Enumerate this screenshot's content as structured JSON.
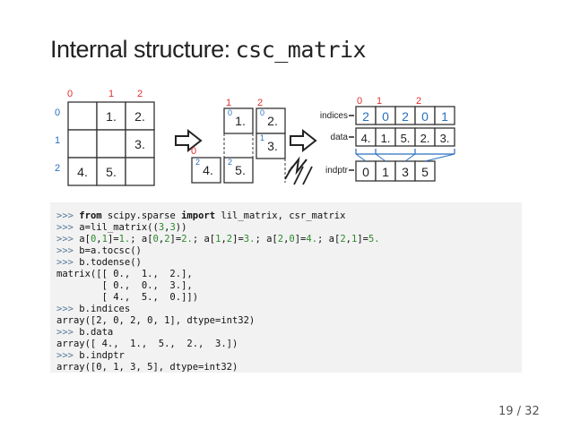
{
  "slide": {
    "title_text": "Internal structure:",
    "title_code": "csc_matrix",
    "pager": "19 / 32"
  },
  "diagram": {
    "matrix": {
      "col_labels": [
        "0",
        "1",
        "2"
      ],
      "row_labels": [
        "0",
        "1",
        "2"
      ],
      "cells": [
        "",
        "1.",
        "2.",
        "",
        "",
        "3.",
        "4.",
        "5.",
        ""
      ]
    },
    "split_columns": {
      "top_labels": [
        "1",
        "2"
      ],
      "col0_label": "0",
      "col0_row_label": "2",
      "col1_row_labels": [
        "0",
        "2"
      ],
      "col2_row_labels": [
        "0",
        "1"
      ],
      "col0_cells": [
        "4."
      ],
      "col1_cells": [
        "1.",
        "5."
      ],
      "col2_cells": [
        "2.",
        "3."
      ]
    },
    "arrays": {
      "top_labels": [
        "0",
        "1",
        "2"
      ],
      "indices_label": "indices",
      "data_label": "data",
      "indptr_label": "indptr",
      "indices": [
        "2",
        "0",
        "2",
        "0",
        "1"
      ],
      "data": [
        "4.",
        "1.",
        "5.",
        "2.",
        "3."
      ],
      "indptr": [
        "0",
        "1",
        "3",
        "5"
      ]
    },
    "colors": {
      "red_label": "#e03030",
      "blue_label": "#2a6fbf",
      "indices_text": "#2a6fbf"
    }
  },
  "code_lines": [
    {
      "prompt": ">>> ",
      "parts": [
        [
          "kw",
          "from"
        ],
        [
          "t",
          " scipy.sparse "
        ],
        [
          "kw",
          "import"
        ],
        [
          "t",
          " lil_matrix, csr_matrix"
        ]
      ]
    },
    {
      "prompt": ">>> ",
      "parts": [
        [
          "t",
          "a=lil_matrix(("
        ],
        [
          "num",
          "3"
        ],
        [
          "t",
          ","
        ],
        [
          "num",
          "3"
        ],
        [
          "t",
          "))"
        ]
      ]
    },
    {
      "prompt": ">>> ",
      "parts": [
        [
          "t",
          "a["
        ],
        [
          "num",
          "0"
        ],
        [
          "t",
          ","
        ],
        [
          "num",
          "1"
        ],
        [
          "t",
          "]="
        ],
        [
          "num",
          "1."
        ],
        [
          "t",
          "; a["
        ],
        [
          "num",
          "0"
        ],
        [
          "t",
          ","
        ],
        [
          "num",
          "2"
        ],
        [
          "t",
          "]="
        ],
        [
          "num",
          "2."
        ],
        [
          "t",
          "; a["
        ],
        [
          "num",
          "1"
        ],
        [
          "t",
          ","
        ],
        [
          "num",
          "2"
        ],
        [
          "t",
          "]="
        ],
        [
          "num",
          "3."
        ],
        [
          "t",
          "; a["
        ],
        [
          "num",
          "2"
        ],
        [
          "t",
          ","
        ],
        [
          "num",
          "0"
        ],
        [
          "t",
          "]="
        ],
        [
          "num",
          "4."
        ],
        [
          "t",
          "; a["
        ],
        [
          "num",
          "2"
        ],
        [
          "t",
          ","
        ],
        [
          "num",
          "1"
        ],
        [
          "t",
          "]="
        ],
        [
          "num",
          "5."
        ]
      ]
    },
    {
      "prompt": ">>> ",
      "parts": [
        [
          "t",
          "b=a.tocsc()"
        ]
      ]
    },
    {
      "prompt": ">>> ",
      "parts": [
        [
          "t",
          "b.todense()"
        ]
      ]
    },
    {
      "prompt": "",
      "parts": [
        [
          "t",
          "matrix([[ 0.,  1.,  2.],"
        ]
      ]
    },
    {
      "prompt": "",
      "parts": [
        [
          "t",
          "        [ 0.,  0.,  3.],"
        ]
      ]
    },
    {
      "prompt": "",
      "parts": [
        [
          "t",
          "        [ 4.,  5.,  0.]])"
        ]
      ]
    },
    {
      "prompt": ">>> ",
      "parts": [
        [
          "t",
          "b.indices"
        ]
      ]
    },
    {
      "prompt": "",
      "parts": [
        [
          "t",
          "array([2, 0, 2, 0, 1], dtype=int32)"
        ]
      ]
    },
    {
      "prompt": ">>> ",
      "parts": [
        [
          "t",
          "b.data"
        ]
      ]
    },
    {
      "prompt": "",
      "parts": [
        [
          "t",
          "array([ 4.,  1.,  5.,  2.,  3.])"
        ]
      ]
    },
    {
      "prompt": ">>> ",
      "parts": [
        [
          "t",
          "b.indptr"
        ]
      ]
    },
    {
      "prompt": "",
      "parts": [
        [
          "t",
          "array([0, 1, 3, 5], dtype=int32)"
        ]
      ]
    }
  ]
}
